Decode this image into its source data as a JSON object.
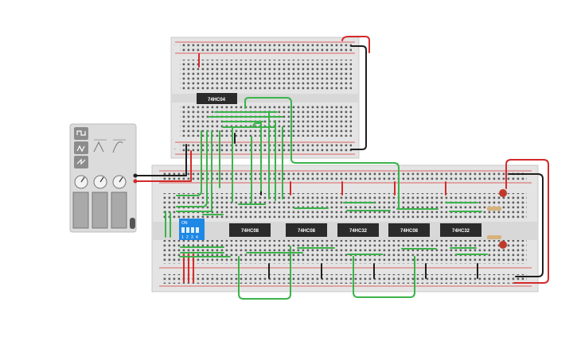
{
  "scene": {
    "small_breadboard": {
      "chip_label": "74HC04"
    },
    "large_breadboard": {
      "chips": [
        {
          "label": "74HC08"
        },
        {
          "label": "74HC08"
        },
        {
          "label": "74HC32"
        },
        {
          "label": "74HC08"
        },
        {
          "label": "74HC32"
        }
      ],
      "dip_switch": {
        "on_label": "ON",
        "positions": [
          "1",
          "2",
          "3",
          "4"
        ]
      }
    },
    "colors": {
      "wire_green": "#3bb34a",
      "wire_red": "#d42a2a",
      "wire_black": "#1e1e1e",
      "chip": "#2b2b2b",
      "dip": "#1e88e5",
      "breadboard": "#e4e4e4",
      "led": "#c0392b"
    },
    "icons": [
      "function-generator-icon",
      "square-wave-icon",
      "triangle-wave-icon",
      "sawtooth-wave-icon"
    ]
  }
}
